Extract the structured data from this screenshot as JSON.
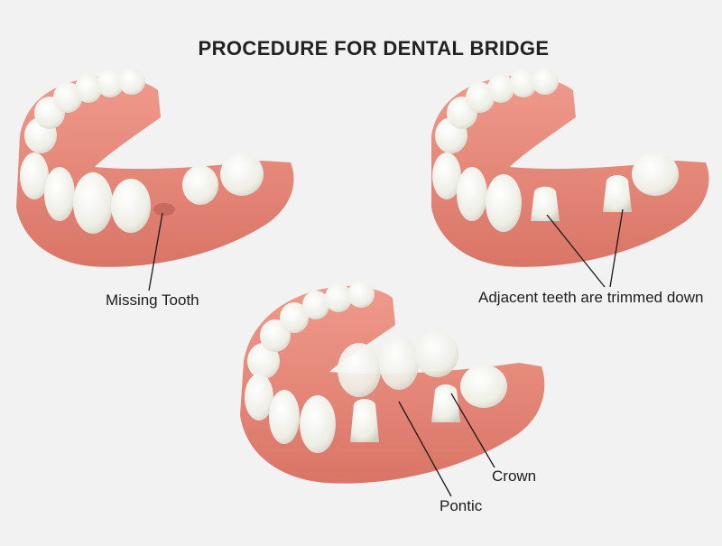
{
  "title": "PROCEDURE FOR DENTAL BRIDGE",
  "labels": {
    "missing_tooth": "Missing Tooth",
    "adjacent_trimmed": "Adjacent teeth are trimmed down",
    "crown": "Crown",
    "pontic": "Pontic"
  },
  "colors": {
    "background": "#f2f2f2",
    "gum": "#ea8e80",
    "gum_dark": "#c96a5e",
    "tooth": "#f4f4ef",
    "tooth_shadow": "#d6d6cc",
    "leader_line": "#1a1a1a"
  }
}
